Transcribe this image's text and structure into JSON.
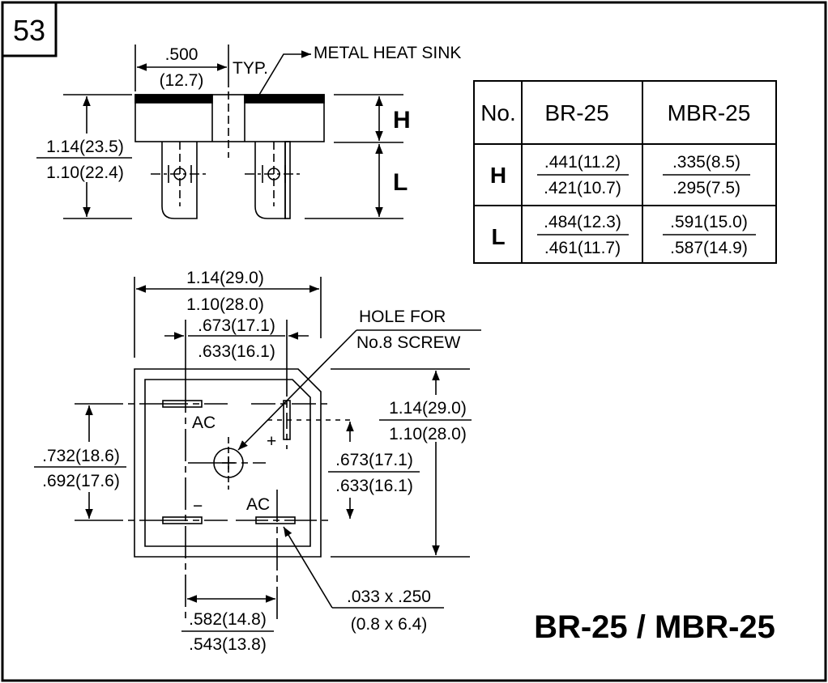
{
  "page_number": "53",
  "part_title": "BR-25 / MBR-25",
  "side_view": {
    "width_typ": {
      "inch": ".500",
      "mm": "(12.7)",
      "suffix": "TYP."
    },
    "heat_sink_label": "METAL HEAT SINK",
    "overall_height": {
      "max": "1.14(23.5)",
      "min": "1.10(22.4)"
    },
    "h_label": "H",
    "l_label": "L"
  },
  "dimension_table": {
    "headers": [
      "No.",
      "BR-25",
      "MBR-25"
    ],
    "rows": [
      {
        "label": "H",
        "br25": {
          "max": ".441(11.2)",
          "min": ".421(10.7)"
        },
        "mbr25": {
          "max": ".335(8.5)",
          "min": ".295(7.5)"
        }
      },
      {
        "label": "L",
        "br25": {
          "max": ".484(12.3)",
          "min": ".461(11.7)"
        },
        "mbr25": {
          "max": ".591(15.0)",
          "min": ".587(14.9)"
        }
      }
    ]
  },
  "top_view": {
    "overall_width": {
      "max": "1.14(29.0)",
      "min": "1.10(28.0)"
    },
    "terminal_spacing_top": {
      "max": ".673(17.1)",
      "min": ".633(16.1)"
    },
    "hole_note": {
      "line1": "HOLE FOR",
      "line2": "No.8 SCREW"
    },
    "overall_height": {
      "max": "1.14(29.0)",
      "min": "1.10(28.0)"
    },
    "left_spacing": {
      "max": ".732(18.6)",
      "min": ".692(17.6)"
    },
    "right_spacing": {
      "max": ".673(17.1)",
      "min": ".633(16.1)"
    },
    "bottom_spacing": {
      "max": ".582(14.8)",
      "min": ".543(13.8)"
    },
    "terminal_size": {
      "inch": ".033 x .250",
      "mm": "(0.8 x 6.4)"
    },
    "terminal_labels": {
      "ac_top": "AC",
      "ac_bottom": "AC",
      "plus": "+",
      "minus": "−"
    }
  }
}
